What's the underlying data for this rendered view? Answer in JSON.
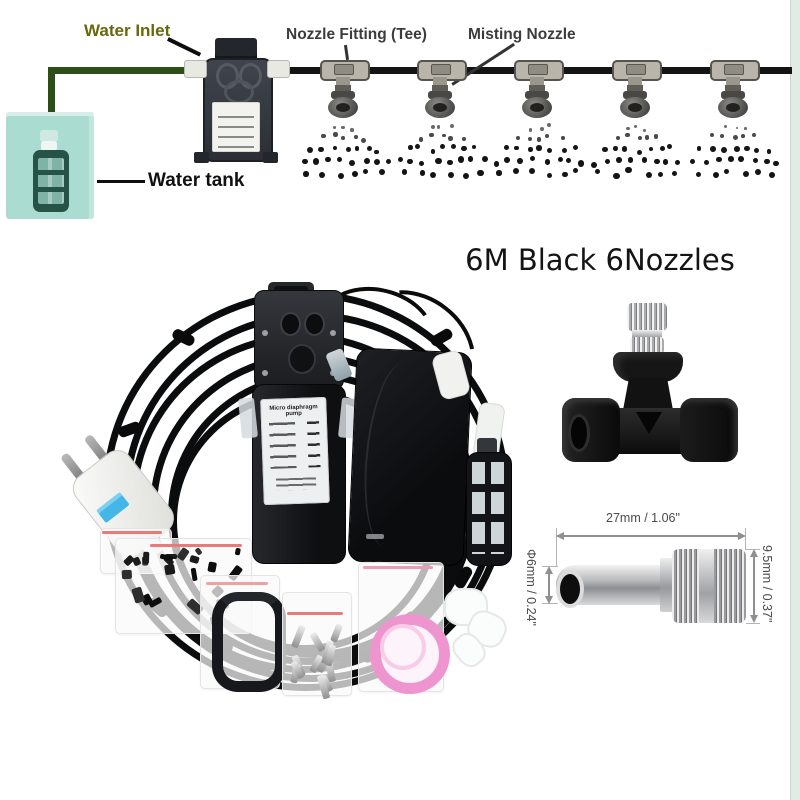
{
  "page": {
    "background": "#ffffff",
    "right_strip_color": "#e2ebe5"
  },
  "diagram": {
    "water_inlet_label": "Water Inlet",
    "nozzle_fitting_label": "Nozzle Fitting (Tee)",
    "misting_nozzle_label": "Misting Nozzle",
    "water_tank_label": "Water tank",
    "nozzle_count": 5,
    "colors": {
      "water_inlet_text": "#67690a",
      "diagram_label_text": "#3c3c3c",
      "water_tank_text": "#111111",
      "tube_black": "#141414",
      "tube_green": "#2c4f17",
      "tank_fill": "#abdcd2",
      "tank_filter": "#275248"
    }
  },
  "product_title": {
    "text": "6M Black 6Nozzles",
    "color": "#141414"
  },
  "kit_photo": {
    "pump_label_title": "Micro diaphragm pump",
    "items": [
      "micro-diaphragm-pump",
      "power-adapter",
      "eu-power-plug",
      "black-tubing-coil",
      "inline-water-filter",
      "white-fitting-bottle",
      "clips-bag",
      "cable-ties-bag",
      "metal-nozzles-bag",
      "pink-teflon-tape-bag"
    ]
  },
  "tee_photo": {
    "items": [
      "black-tee-quick-connector",
      "stainless-misting-nozzle"
    ]
  },
  "nozzle_figure": {
    "dim_length": "27mm / 1.06\"",
    "dim_orifice": "Φ6mm / 0.24\"",
    "dim_height": "9.5mm / 0.37\"",
    "dim_text_color": "#4a4a4a"
  }
}
